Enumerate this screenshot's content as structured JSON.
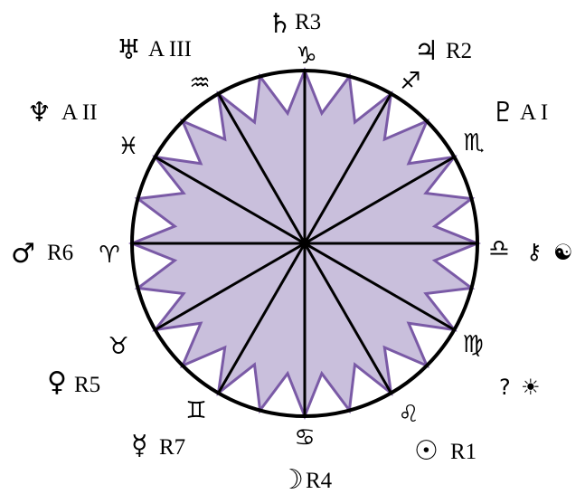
{
  "colors": {
    "fill": "#c9bfdc",
    "star_stroke": "#7a5aa6",
    "line": "#000000",
    "circle": "#000000"
  },
  "signs": [
    {
      "name": "aries",
      "glyph": "♈"
    },
    {
      "name": "taurus",
      "glyph": "♉"
    },
    {
      "name": "gemini",
      "glyph": "♊"
    },
    {
      "name": "cancer",
      "glyph": "♋"
    },
    {
      "name": "leo",
      "glyph": "♌"
    },
    {
      "name": "virgo",
      "glyph": "♍"
    },
    {
      "name": "libra",
      "glyph": "♎"
    },
    {
      "name": "scorpio",
      "glyph": "♏"
    },
    {
      "name": "sagittarius",
      "glyph": "♐"
    },
    {
      "name": "capricorn",
      "glyph": "♑"
    },
    {
      "name": "aquarius",
      "glyph": "♒"
    },
    {
      "name": "pisces",
      "glyph": "♓"
    }
  ],
  "planets": [
    {
      "name": "mars",
      "glyph": "♂",
      "label": "R6"
    },
    {
      "name": "venus",
      "glyph": "♀",
      "label": "R5"
    },
    {
      "name": "mercury",
      "glyph": "☿",
      "label": "R7"
    },
    {
      "name": "moon",
      "glyph": "☽",
      "label": "R4"
    },
    {
      "name": "sun",
      "glyph": "☉",
      "label": "R1"
    },
    {
      "name": "pluto",
      "glyph": "♇",
      "label": "A I"
    },
    {
      "name": "jupiter",
      "glyph": "♃",
      "label": "R2"
    },
    {
      "name": "saturn",
      "glyph": "♄",
      "label": "R3"
    },
    {
      "name": "uranus",
      "glyph": "♅",
      "label": "A III"
    },
    {
      "name": "neptune",
      "glyph": "♆",
      "label": "A II"
    }
  ],
  "extras": [
    {
      "name": "libra-chiron",
      "glyph": "⚷"
    },
    {
      "name": "libra-yin-yang",
      "glyph": "☯"
    },
    {
      "name": "virgo-question-mark",
      "glyph": "?"
    },
    {
      "name": "virgo-sun-symbol",
      "glyph": "☀"
    }
  ]
}
